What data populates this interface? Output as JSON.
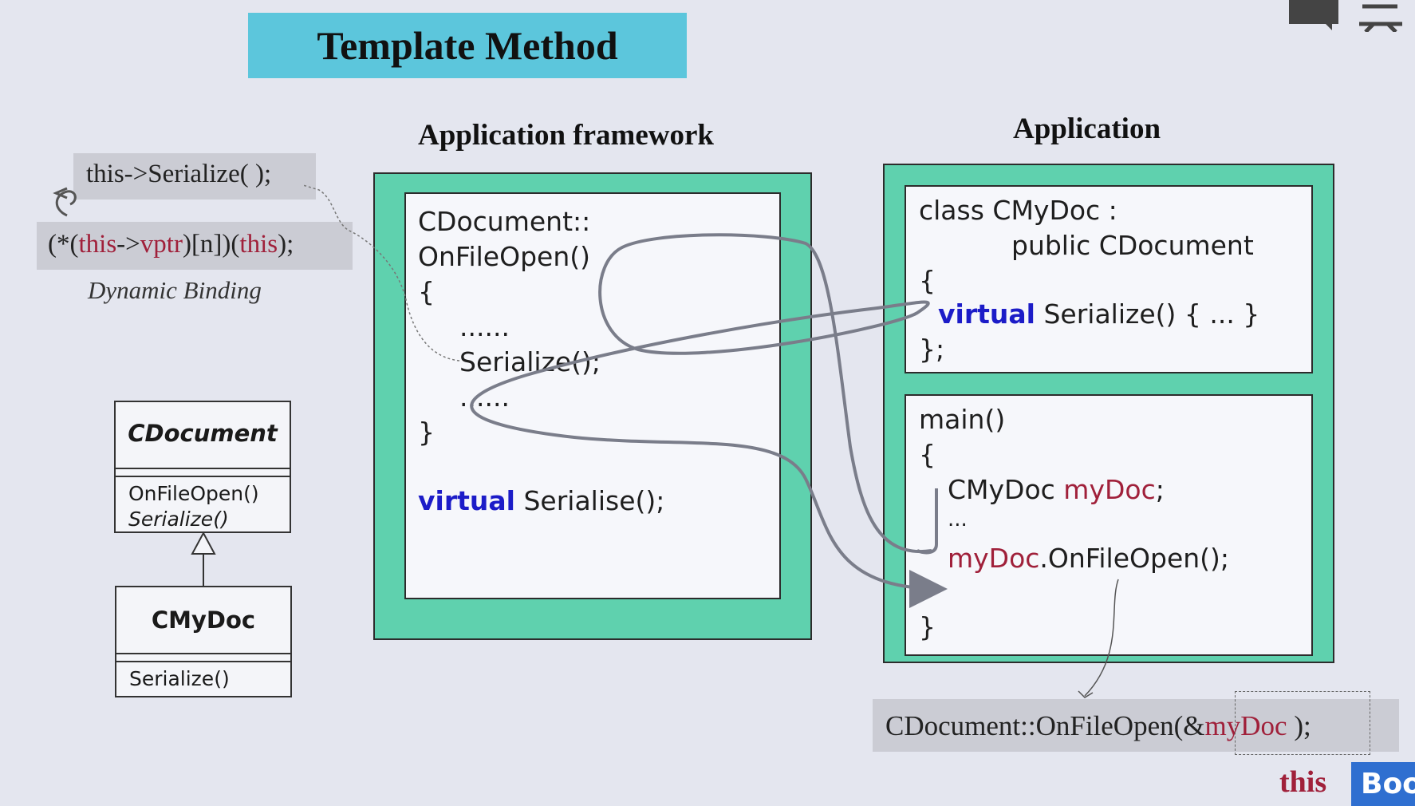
{
  "title": "Template Method",
  "headers": {
    "framework": "Application framework",
    "application": "Application"
  },
  "dynamic_binding": {
    "line1": "this->Serialize( );",
    "line2_prefix": "(*(",
    "line2_this1": "this",
    "line2_arrow": "->",
    "line2_vptr": "vptr",
    "line2_mid": ")[n])(",
    "line2_this2": "this",
    "line2_end": ");",
    "caption": "Dynamic Binding"
  },
  "framework_code": {
    "line1": "CDocument::",
    "line2": "OnFileOpen()",
    "line3": "{",
    "line4": "......",
    "line5": "Serialize();",
    "line6": "......",
    "line7": "}",
    "virtual_kw": "virtual",
    "virtual_rest": "Serialise();"
  },
  "class_code": {
    "line1": "class CMyDoc :",
    "line2": "public CDocument",
    "line3": "{",
    "virtual_kw": "virtual",
    "virtual_rest": "Serialize() { ... }",
    "line5": "};"
  },
  "main_code": {
    "line1": "main()",
    "line2": "{",
    "decl_type": "CMyDoc",
    "decl_var": "myDoc",
    "decl_end": ";",
    "ellipsis": "...",
    "call_var": "myDoc",
    "call_rest": ".OnFileOpen();",
    "close": "}"
  },
  "call_expansion": {
    "prefix": "CDocument::OnFileOpen(&",
    "var": "myDoc",
    "suffix": " );"
  },
  "uml": {
    "base_name": "CDocument",
    "base_methods": [
      "OnFileOpen()",
      "Serialize()"
    ],
    "derived_name": "CMyDoc",
    "derived_methods": [
      "Serialize()"
    ]
  },
  "badges": {
    "this_label": "this",
    "corner_label": "Boo"
  },
  "colors": {
    "title_bg": "#5cc6dc",
    "frame_green": "#5fd1ae",
    "keyword_blue": "#1c1cc8",
    "identifier_red": "#a0203a"
  }
}
